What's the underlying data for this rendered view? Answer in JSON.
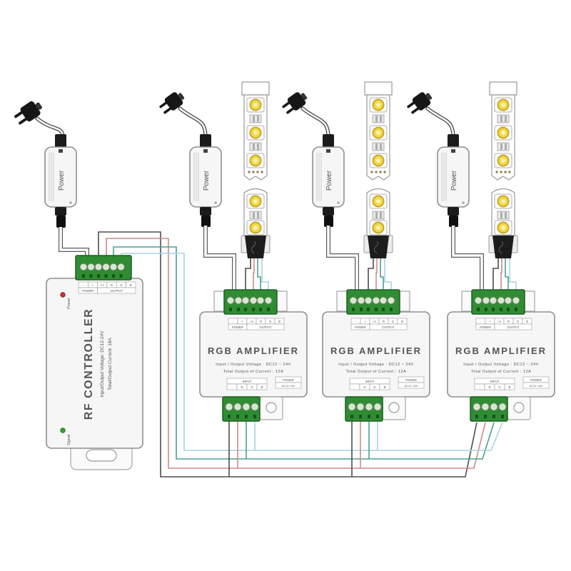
{
  "controller": {
    "title": "RF CONTROLLER",
    "spec_line1": "Input/Output Voltage: DC12-24V",
    "spec_line2": "Total/Output Current: 18A",
    "power_led_label": "Power",
    "signal_led_label": "Signal",
    "terminal": {
      "pins": [
        "-",
        "+",
        "+A",
        "R",
        "G",
        "B"
      ],
      "power_label": "POWER",
      "output_label": "OUTPUT"
    }
  },
  "amplifier": {
    "title": "RGB AMPLIFIER",
    "spec_line1": "Input / Output Voltage : DC12 ~ 24V",
    "spec_line2": "Total Output of Current : 12A",
    "top_terminal": {
      "pins": [
        "-",
        "+",
        "+A",
        "R",
        "G",
        "B"
      ],
      "power_label": "POWER",
      "output_label": "OUTPUT"
    },
    "input_box": {
      "label": "INPUT",
      "pins": [
        "-",
        "R",
        "G",
        "B"
      ]
    },
    "power_box": {
      "label": "POWER",
      "value": "DC12~24V"
    }
  },
  "power_adapter": {
    "label": "Power"
  },
  "colors": {
    "wire_black": "#4d4d4d",
    "wire_red": "#cf8a8a",
    "wire_green": "#4aa092",
    "wire_blue": "#a9d4e0",
    "terminal_green": "#2f8c33",
    "terminal_border": "#1d5f21",
    "led_yellow": "#f3db3e",
    "led_yellow_ring": "#c9a72f"
  }
}
